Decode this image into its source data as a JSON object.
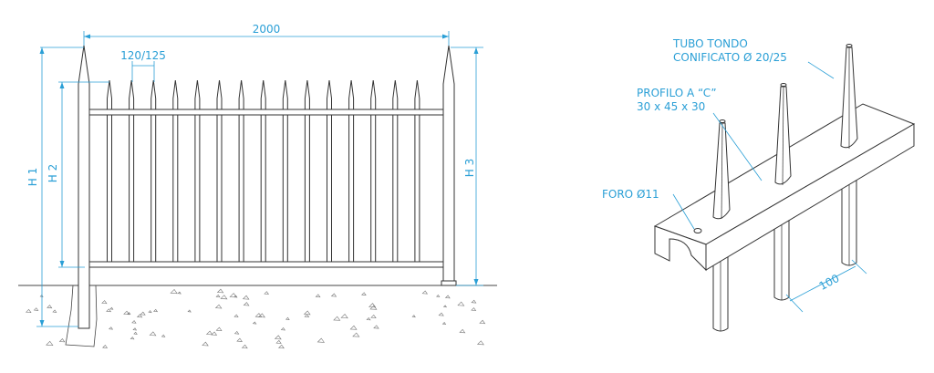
{
  "left_drawing": {
    "width_label": "2000",
    "spacing_label": "120/125",
    "h1_label": "H 1",
    "h2_label": "H 2",
    "h3_label": "H 3"
  },
  "right_drawing": {
    "tube_label_line1": "TUBO TONDO",
    "tube_label_line2": "CONIFICATO Ø 20/25",
    "profile_label_line1": "PROFILO A “C”",
    "profile_label_line2": "30 x 45 x 30",
    "hole_label": "FORO Ø11",
    "pitch_label": "100"
  },
  "colors": {
    "dimension": "#2a9fd6",
    "drawing": "#333333"
  }
}
